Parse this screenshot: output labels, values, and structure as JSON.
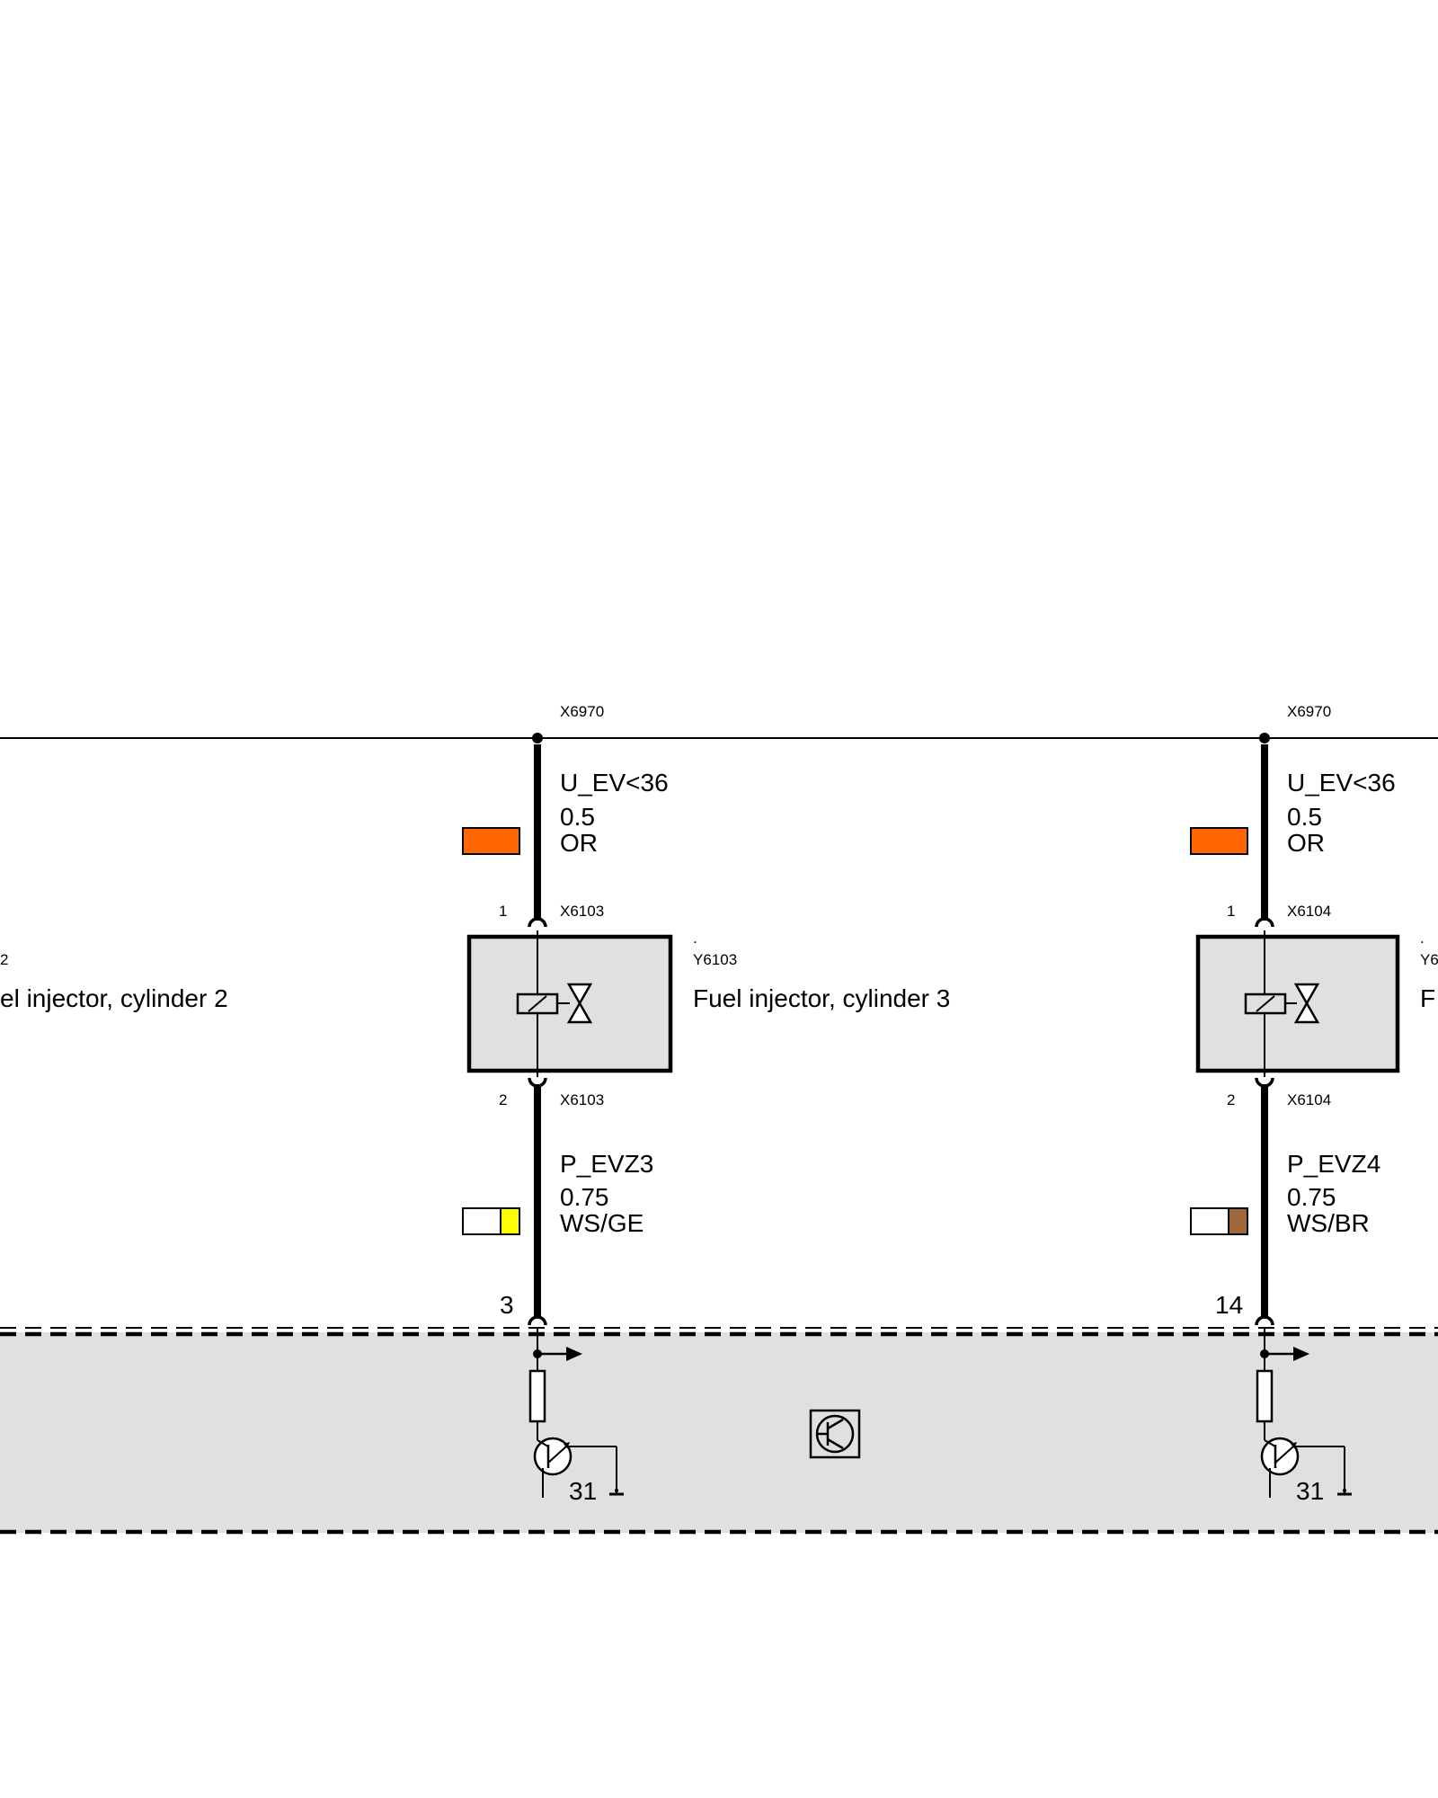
{
  "colors": {
    "module_fill": "#e0e0e0",
    "injector_fill": "#e0e0e0",
    "wire_or": "#ff6600",
    "wire_ws": "#ffffff",
    "wire_ge": "#ffff00",
    "wire_br": "#a0683a",
    "line": "#000000"
  },
  "left_fragment": {
    "id_fragment": "2",
    "name_fragment": "el injector, cylinder 2"
  },
  "columns": [
    {
      "supply_connector": "X6970",
      "supply_signal": "U_EV<36",
      "supply_cross_section": "0.5",
      "supply_color_code": "OR",
      "supply_swatch": [
        "wire_or"
      ],
      "pin_top": "1",
      "pin_top_connector": "X6103",
      "component_dot": ".",
      "component_id": "Y6103",
      "component_name": "Fuel injector, cylinder 3",
      "pin_bottom": "2",
      "pin_bottom_connector": "X6103",
      "signal": "P_EVZ3",
      "signal_cross_section": "0.75",
      "signal_color_code": "WS/GE",
      "signal_swatch": [
        "wire_ws",
        "wire_ge"
      ],
      "module_pin": "3",
      "ground_label": "31"
    },
    {
      "supply_connector": "X6970",
      "supply_signal": "U_EV<36",
      "supply_cross_section": "0.5",
      "supply_color_code": "OR",
      "supply_swatch": [
        "wire_or"
      ],
      "pin_top": "1",
      "pin_top_connector": "X6104",
      "component_dot": ".",
      "component_id": "Y6",
      "component_name": "F",
      "pin_bottom": "2",
      "pin_bottom_connector": "X6104",
      "signal": "P_EVZ4",
      "signal_cross_section": "0.75",
      "signal_color_code": "WS/BR",
      "signal_swatch": [
        "wire_ws",
        "wire_br"
      ],
      "module_pin": "14",
      "ground_label": "31"
    }
  ]
}
